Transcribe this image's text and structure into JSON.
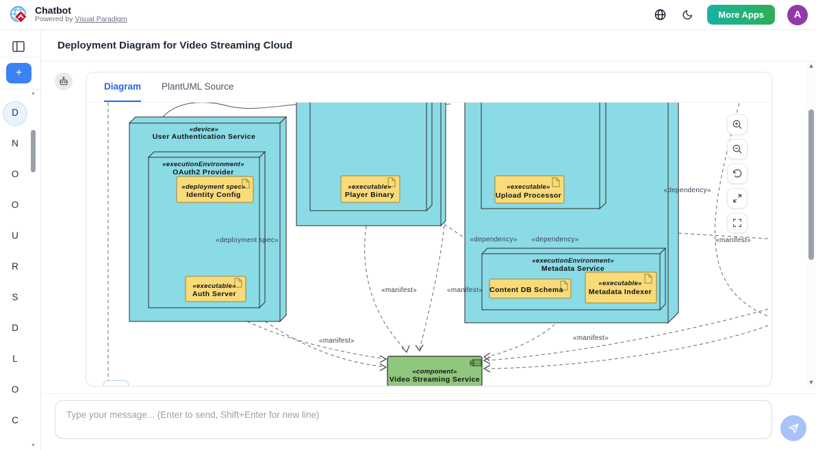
{
  "header": {
    "app_title": "Chatbot",
    "powered_prefix": "Powered by",
    "powered_link": "Visual Paradigm",
    "more_apps_label": "More Apps",
    "avatar_letter": "A"
  },
  "sidebar": {
    "chat_initials": [
      "D",
      "N",
      "O",
      "O",
      "U",
      "R",
      "S",
      "D",
      "L",
      "O",
      "C"
    ],
    "active_index": 0,
    "new_chat_label": "+"
  },
  "main": {
    "page_title": "Deployment Diagram for Video Streaming Cloud",
    "tabs": [
      {
        "label": "Diagram",
        "active": true
      },
      {
        "label": "PlantUML Source",
        "active": false
      }
    ]
  },
  "diagram": {
    "nodes": {
      "auth_device": {
        "stereotype": "«device»",
        "name": "User Authentication Service"
      },
      "oauth_env": {
        "stereotype": "«executionEnvironment»",
        "name": "OAuth2 Provider"
      },
      "identity_config": {
        "stereotype": "«deployment spec»",
        "name": "Identity Config"
      },
      "auth_server": {
        "stereotype": "«executable»",
        "name": "Auth Server"
      },
      "player_binary": {
        "stereotype": "«executable»",
        "name": "Player Binary"
      },
      "upload_processor": {
        "stereotype": "«executable»",
        "name": "Upload Processor"
      },
      "metadata_env": {
        "stereotype": "«executionEnvironment»",
        "name": "Metadata Service"
      },
      "content_db_schema": {
        "name": "Content DB Schema"
      },
      "metadata_indexer": {
        "stereotype": "«executable»",
        "name": "Metadata Indexer"
      },
      "video_streaming_component": {
        "stereotype": "«component»",
        "name": "Video Streaming Service"
      }
    },
    "edge_labels": {
      "deployment_spec": "«deployment spec»",
      "manifest": "«manifest»",
      "dependency": "«dependency»"
    },
    "colors": {
      "node_fill": "#8bdbe6",
      "artifact_fill": "#f9db7a",
      "component_fill": "#91c67e"
    }
  },
  "zoom_controls": {
    "icons": [
      "zoom-in-icon",
      "zoom-out-icon",
      "reset-rotate-icon",
      "maximize-icon",
      "fit-screen-icon"
    ]
  },
  "chat_input": {
    "placeholder": "Type your message... (Enter to send, Shift+Enter for new line)"
  },
  "theme": {
    "accent": "#2563eb",
    "more_apps_gradient": [
      "#17b3a0",
      "#2eae54"
    ],
    "avatar_bg": "#9239ac",
    "send_button_bg": "#a7c3f8"
  }
}
